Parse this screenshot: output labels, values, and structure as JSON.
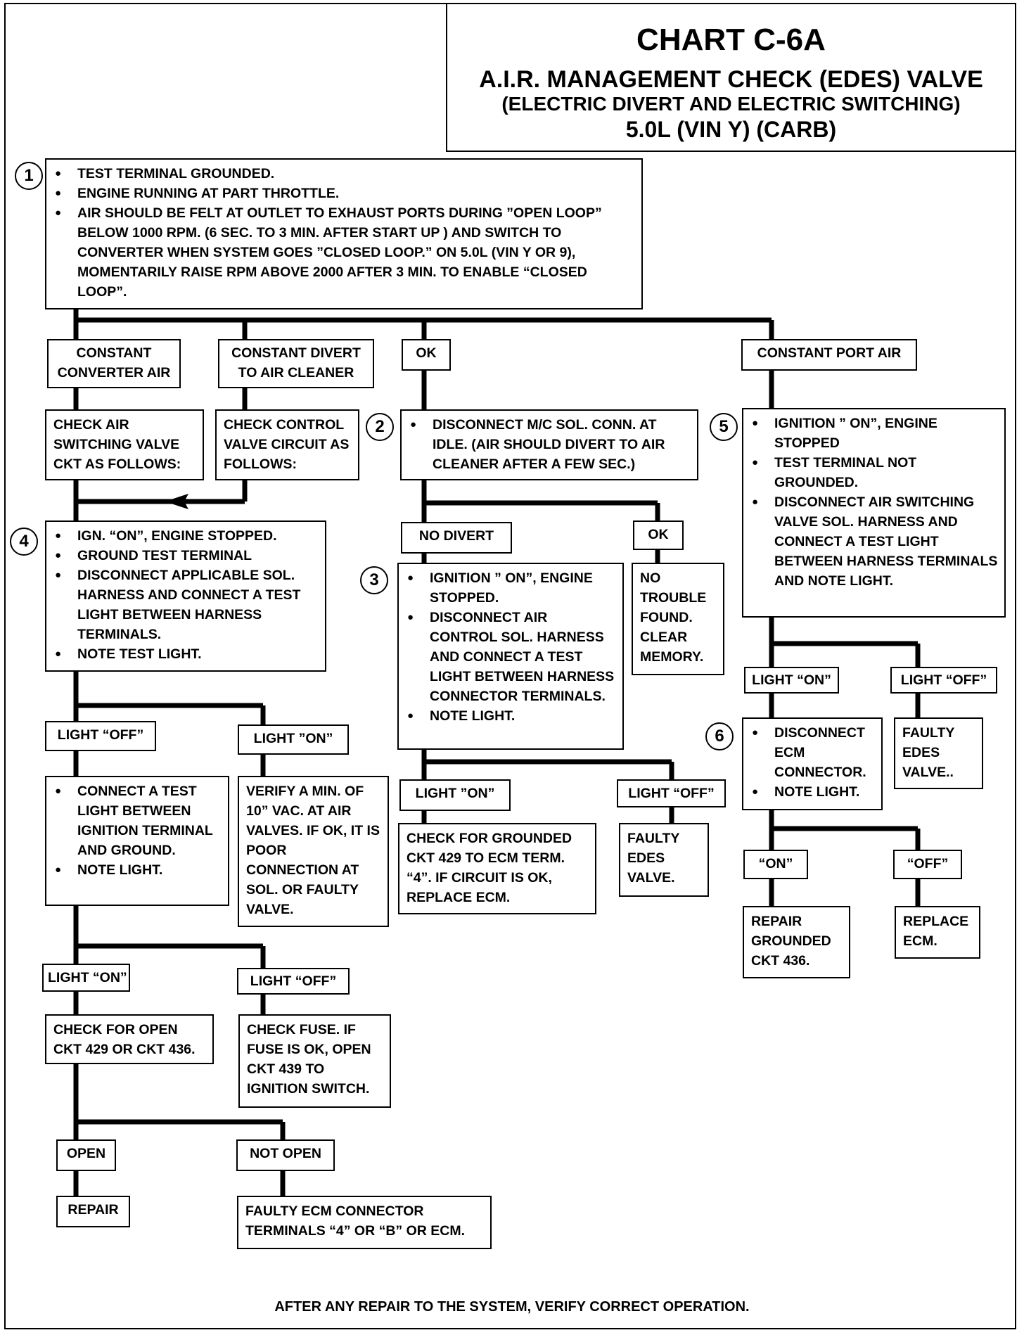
{
  "title": {
    "chart": "CHART C-6A",
    "line1": "A.I.R. MANAGEMENT CHECK (EDES) VALVE",
    "line2": "(ELECTRIC DIVERT AND ELECTRIC SWITCHING)",
    "line3": "5.0L  (VIN Y)  (CARB)"
  },
  "steps": [
    "1",
    "2",
    "3",
    "4",
    "5",
    "6"
  ],
  "box1": [
    "TEST TERMINAL GROUNDED.",
    "ENGINE RUNNING AT PART THROTTLE.",
    "AIR SHOULD BE FELT AT OUTLET TO EXHAUST PORTS DURING ”OPEN LOOP” BELOW 1000 RPM. (6 SEC. TO 3 MIN. AFTER START UP ) AND SWITCH TO CONVERTER WHEN SYSTEM GOES ”CLOSED LOOP.”  ON 5.0L (VIN Y OR 9), MOMENTARILY RAISE RPM ABOVE 2000 AFTER 3 MIN. TO ENABLE “CLOSED LOOP”."
  ],
  "branch": {
    "constant_converter": "CONSTANT CONVERTER AIR",
    "constant_divert": "CONSTANT DIVERT TO AIR CLEANER",
    "ok": "OK",
    "constant_port": "CONSTANT PORT AIR"
  },
  "check_air": "CHECK AIR SWITCHING VALVE CKT AS FOLLOWS:",
  "check_control": "CHECK CONTROL VALVE CIRCUIT AS FOLLOWS:",
  "box2": [
    "DISCONNECT M/C SOL. CONN. AT IDLE.  (AIR SHOULD DIVERT TO AIR CLEANER AFTER A FEW SEC.)"
  ],
  "box5": [
    "IGNITION ” ON”, ENGINE STOPPED",
    "TEST TERMINAL NOT GROUNDED.",
    "DISCONNECT AIR SWITCHING VALVE SOL. HARNESS AND CONNECT A TEST LIGHT BETWEEN HARNESS TERMINALS  AND NOTE LIGHT."
  ],
  "box4": [
    "IGN. “ON”, ENGINE STOPPED.",
    "GROUND TEST TERMINAL",
    "DISCONNECT APPLICABLE SOL. HARNESS AND CONNECT A TEST LIGHT BETWEEN HARNESS TERMINALS.",
    "NOTE TEST LIGHT."
  ],
  "no_divert": "NO DIVERT",
  "ok2": "OK",
  "box3": [
    "IGNITION ” ON”, ENGINE STOPPED.",
    "DISCONNECT AIR CONTROL SOL. HARNESS AND CONNECT A TEST LIGHT BETWEEN HARNESS CONNECTOR TERMINALS.",
    "NOTE LIGHT."
  ],
  "no_trouble": "NO TROUBLE FOUND. CLEAR MEMORY.",
  "labels": {
    "light_off_a": "LIGHT “OFF”",
    "light_on_a": "LIGHT ”ON”",
    "light_on_b": "LIGHT ”ON”",
    "light_off_b": "LIGHT “OFF”",
    "light_on_c": "LIGHT “ON”",
    "light_off_c": "LIGHT “OFF”",
    "light_on_d": "LIGHT “ON”",
    "light_off_d": "LIGHT “OFF”",
    "on6": "“ON”",
    "off6": "“OFF”",
    "open": "OPEN",
    "not_open": "NOT OPEN"
  },
  "connect_test": [
    "CONNECT A TEST LIGHT BETWEEN IGNITION TERMINAL AND GROUND.",
    "NOTE LIGHT."
  ],
  "verify_vac": "VERIFY A MIN. OF 10” VAC. AT AIR VALVES.  IF OK, IT IS POOR CONNECTION AT SOL. OR FAULTY VALVE.",
  "check_grounded_429": "CHECK FOR GROUNDED CKT  429 TO ECM TERM. “4”. IF CIRCUIT IS OK, REPLACE ECM.",
  "faulty_edes_3": "FAULTY EDES VALVE.",
  "box6": [
    "DISCONNECT ECM CONNECTOR.",
    "NOTE LIGHT."
  ],
  "faulty_edes_5": "FAULTY EDES VALVE..",
  "repair_436": "REPAIR GROUNDED CKT 436.",
  "replace_ecm": "REPLACE ECM.",
  "check_open": "CHECK FOR OPEN CKT 429 OR CKT 436.",
  "check_fuse": "CHECK FUSE.  IF FUSE IS OK, OPEN CKT  439 TO IGNITION SWITCH.",
  "repair": "REPAIR",
  "faulty_ecm_conn": "FAULTY ECM CONNECTOR TERMINALS “4” OR “B” OR ECM.",
  "footer": "AFTER ANY REPAIR TO THE SYSTEM, VERIFY CORRECT OPERATION."
}
